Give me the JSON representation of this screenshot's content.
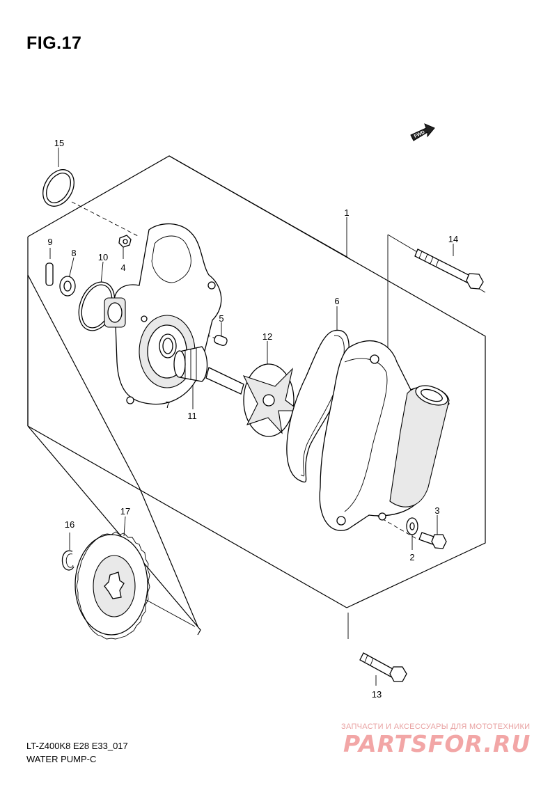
{
  "header": {
    "figure_label": "FIG.17"
  },
  "forward_indicator": {
    "text": "FWD",
    "icon": "forward-arrow-icon"
  },
  "callouts": [
    {
      "id": "1",
      "part": "water-pump-assembly"
    },
    {
      "id": "2",
      "part": "washer"
    },
    {
      "id": "3",
      "part": "bolt"
    },
    {
      "id": "4",
      "part": "bolt"
    },
    {
      "id": "5",
      "part": "dowel-pin"
    },
    {
      "id": "6",
      "part": "o-ring"
    },
    {
      "id": "7",
      "part": "oil-seal"
    },
    {
      "id": "8",
      "part": "washer"
    },
    {
      "id": "9",
      "part": "pin"
    },
    {
      "id": "10",
      "part": "o-ring"
    },
    {
      "id": "11",
      "part": "mechanical-seal"
    },
    {
      "id": "12",
      "part": "impeller"
    },
    {
      "id": "13",
      "part": "bolt"
    },
    {
      "id": "14",
      "part": "bolt"
    },
    {
      "id": "15",
      "part": "o-ring"
    },
    {
      "id": "16",
      "part": "circlip"
    },
    {
      "id": "17",
      "part": "gear"
    }
  ],
  "footer": {
    "model_code": "LT-Z400K8 E28 E33_017",
    "section_name": "WATER PUMP-C"
  },
  "watermark": {
    "tagline": "ЗАПЧАСТИ И АКСЕССУАРЫ ДЛЯ МОТОТЕХНИКИ",
    "brand": "PARTSFOR.RU",
    "color": "#f2a6a6"
  }
}
